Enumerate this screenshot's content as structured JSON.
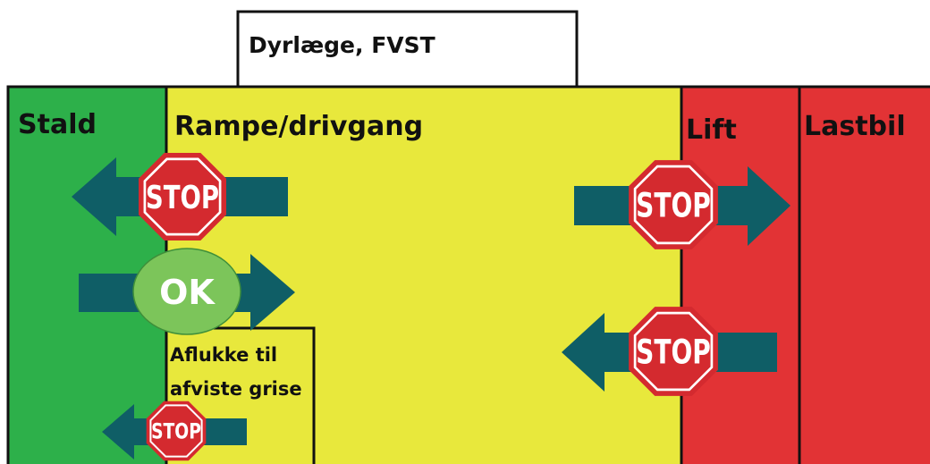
{
  "header_box": {
    "label": "Dyrlæge, FVST"
  },
  "zones": {
    "stald": {
      "label": "Stald",
      "color": "#2db04a"
    },
    "rampe": {
      "label": "Rampe/drivgang",
      "color": "#e8e83c"
    },
    "lift": {
      "label": "Lift",
      "color": "#e23335"
    },
    "lastbil": {
      "label": "Lastbil",
      "color": "#e23335"
    }
  },
  "reject_pen": {
    "line1": "Aflukke til",
    "line2": "afviste grise"
  },
  "signs": {
    "stop_label": "STOP",
    "ok_label": "OK",
    "stop_color": "#d42a2f",
    "ok_color": "#7cc55a",
    "arrow_color": "#0f5e66"
  },
  "arrows": [
    {
      "id": "rampe-to-stald",
      "direction": "left",
      "sign": "stop"
    },
    {
      "id": "stald-to-rampe",
      "direction": "right",
      "sign": "ok"
    },
    {
      "id": "rampe-to-lastbil",
      "direction": "right",
      "sign": "stop"
    },
    {
      "id": "lastbil-to-rampe",
      "direction": "left",
      "sign": "stop"
    },
    {
      "id": "pen-to-stald",
      "direction": "left",
      "sign": "stop"
    }
  ]
}
